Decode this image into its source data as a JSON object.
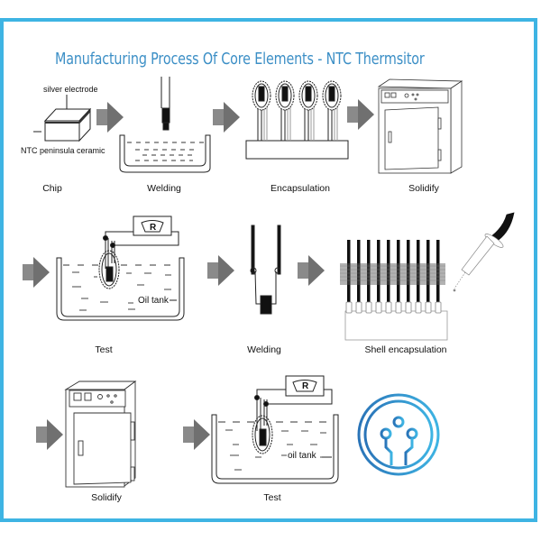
{
  "title": "Manufacturing Process Of Core Elements - NTC Thermsitor",
  "colors": {
    "frame": "#3eb4e3",
    "title": "#3c8fc6",
    "arrow": "#7a7a7a",
    "logo_start": "#2a74b8",
    "logo_end": "#3eb4e3"
  },
  "chip": {
    "annotation_top": "silver electrode",
    "annotation_bottom": "NTC peninsula ceramic"
  },
  "steps": [
    {
      "label": "Chip",
      "icon": "ceramic-chip"
    },
    {
      "label": "Welding",
      "icon": "welding-bath"
    },
    {
      "label": "Encapsulation",
      "icon": "encapsulation-rack"
    },
    {
      "label": "Solidify",
      "icon": "oven"
    },
    {
      "label": "Test",
      "icon": "oil-tank-resistance-test",
      "tank_label": "Oil tank",
      "meter_label": "R"
    },
    {
      "label": "Welding",
      "icon": "lead-welding"
    },
    {
      "label": "Shell encapsulation",
      "icon": "shell-encapsulation-rack"
    },
    {
      "label": "Solidify",
      "icon": "oven"
    },
    {
      "label": "Test",
      "icon": "oil-tank-resistance-test",
      "tank_label": "oil tank",
      "meter_label": "R"
    }
  ],
  "extras": {
    "syringe_icon": "syringe-icon",
    "logo_icon": "circuit-logo-icon"
  }
}
